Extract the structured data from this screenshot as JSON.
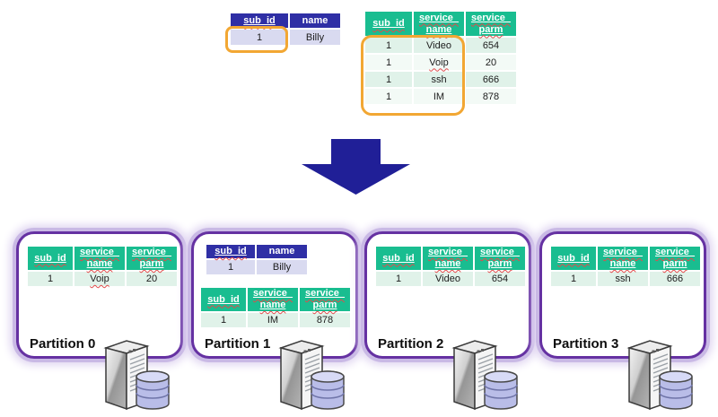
{
  "subscriber_headers": [
    "sub_id",
    "name"
  ],
  "subscriber_row": [
    "1",
    "Billy"
  ],
  "service_headers": [
    [
      "sub_id"
    ],
    [
      "service_",
      "name"
    ],
    [
      "service_",
      "parm"
    ]
  ],
  "service_rows": [
    [
      "1",
      "Video",
      "654"
    ],
    [
      "1",
      "Voip",
      "20"
    ],
    [
      "1",
      "ssh",
      "666"
    ],
    [
      "1",
      "IM",
      "878"
    ]
  ],
  "partitions": [
    {
      "label": "Partition 0",
      "service_row": [
        "1",
        "Voip",
        "20"
      ]
    },
    {
      "label": "Partition 1",
      "subscriber_row": [
        "1",
        "Billy"
      ],
      "service_row": [
        "1",
        "IM",
        "878"
      ]
    },
    {
      "label": "Partition 2",
      "service_row": [
        "1",
        "Video",
        "654"
      ]
    },
    {
      "label": "Partition 3",
      "service_row": [
        "1",
        "ssh",
        "666"
      ]
    }
  ],
  "colors": {
    "subscriber_header": "#2f2fa5",
    "subscriber_row": "#d9daf0",
    "service_header": "#19bd90",
    "service_row": "#e0f2e9",
    "highlight": "#f2a733",
    "arrow": "#201f97",
    "partition_border": "#6531a2",
    "spellcheck_squiggle": "#e14b4b"
  }
}
